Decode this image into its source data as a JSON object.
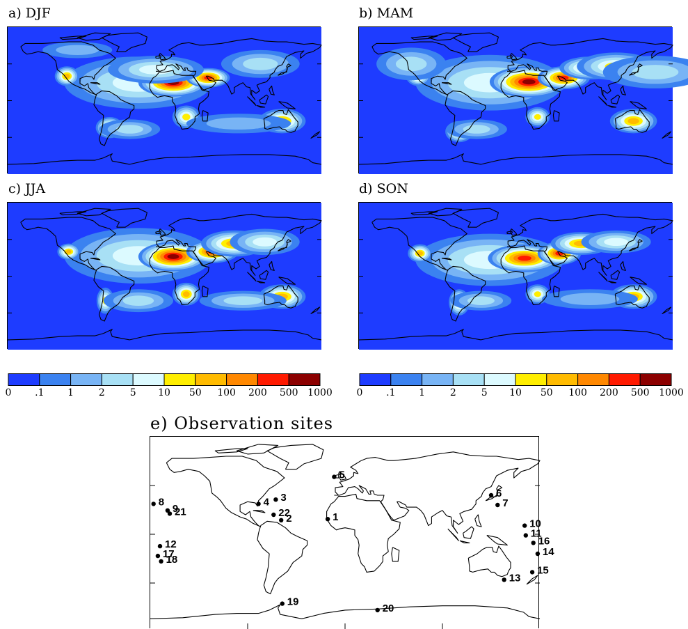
{
  "chart_data": [
    {
      "type": "heatmap",
      "title": "a) DJF",
      "colorbar": "levels"
    },
    {
      "type": "heatmap",
      "title": "b) MAM",
      "colorbar": "levels"
    },
    {
      "type": "heatmap",
      "title": "c) JJA",
      "colorbar": "levels"
    },
    {
      "type": "heatmap",
      "title": "d) SON",
      "colorbar": "levels"
    },
    {
      "type": "scatter",
      "title": "e) Observation sites",
      "sites": [
        {
          "id": "1",
          "lon": -16,
          "lat": 14
        },
        {
          "id": "2",
          "lon": -59,
          "lat": 13
        },
        {
          "id": "3",
          "lon": -64,
          "lat": 32
        },
        {
          "id": "4",
          "lon": -80,
          "lat": 28
        },
        {
          "id": "5",
          "lon": -10,
          "lat": 53
        },
        {
          "id": "6",
          "lon": 135,
          "lat": 36
        },
        {
          "id": "7",
          "lon": 141,
          "lat": 27
        },
        {
          "id": "8",
          "lon": -177,
          "lat": 28
        },
        {
          "id": "9",
          "lon": -164,
          "lat": 22
        },
        {
          "id": "10",
          "lon": 166,
          "lat": 8
        },
        {
          "id": "11",
          "lon": 167,
          "lat": -1
        },
        {
          "id": "12",
          "lon": -171,
          "lat": -11
        },
        {
          "id": "13",
          "lon": 147,
          "lat": -42
        },
        {
          "id": "14",
          "lon": 178,
          "lat": -18
        },
        {
          "id": "15",
          "lon": 173,
          "lat": -35
        },
        {
          "id": "16",
          "lon": 174,
          "lat": -8
        },
        {
          "id": "17",
          "lon": -173,
          "lat": -20
        },
        {
          "id": "18",
          "lon": -170,
          "lat": -25
        },
        {
          "id": "19",
          "lon": -58,
          "lat": -64
        },
        {
          "id": "20",
          "lon": 30,
          "lat": -70
        },
        {
          "id": "21",
          "lon": -162,
          "lat": 19
        },
        {
          "id": "22",
          "lon": -66,
          "lat": 18
        }
      ]
    }
  ],
  "colorbar": {
    "labels": [
      "0",
      ".1",
      "1",
      "2",
      "5",
      "10",
      "50",
      "100",
      "200",
      "500",
      "1000"
    ],
    "colors": [
      "#1e3cff",
      "#3b82f0",
      "#78b4f5",
      "#a8e0f5",
      "#dcfaff",
      "#ffee00",
      "#ffbb00",
      "#ff8800",
      "#ff1a00",
      "#8c0000"
    ]
  },
  "ocean_color": "#1e3cff"
}
